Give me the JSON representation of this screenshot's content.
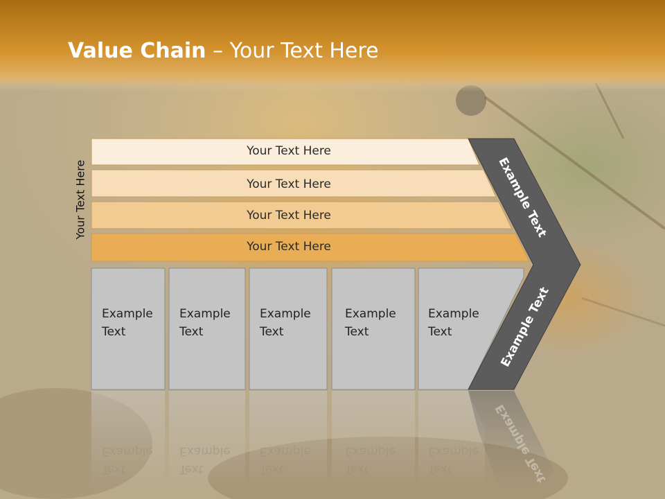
{
  "title": {
    "bold": "Value Chain",
    "rest": " – Your Text Here"
  },
  "side_label": "Your Text Here",
  "bars": [
    "Your Text Here",
    "Your Text Here",
    "Your Text Here",
    "Your Text Here"
  ],
  "columns": [
    {
      "line1": "Example",
      "line2": "Text"
    },
    {
      "line1": "Example",
      "line2": "Text"
    },
    {
      "line1": "Example",
      "line2": "Text"
    },
    {
      "line1": "Example",
      "line2": "Text"
    },
    {
      "line1": "Example",
      "line2": "Text"
    }
  ],
  "chevron": {
    "upper": "Example Text",
    "lower": "Example Text"
  },
  "colors": {
    "header": "#c8841e",
    "bar1": "#fbeedd",
    "bar2": "#f7ddb8",
    "bar3": "#f2cb92",
    "bar4": "#e9ad55",
    "column": "#c4c4c4",
    "chevron": "#5c5c5c"
  }
}
